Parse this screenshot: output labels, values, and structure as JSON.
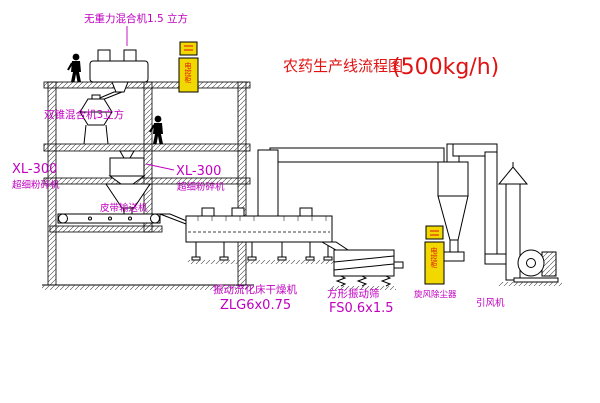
{
  "title": {
    "main": "农药生产线流程图",
    "capacity": "(500kg/h)"
  },
  "labels": {
    "top_mixer": "无重力混合机1.5 立方",
    "double_cone_mixer": "双锥混合机3立方",
    "mill_left_model": "XL-300",
    "mill_left_name": "超细粉碎机",
    "mill_center_model": "XL-300",
    "mill_center_name": "超细粉碎机",
    "belt_conveyor": "皮带输送机",
    "dryer_name": "振动流化床干燥机",
    "dryer_model": "ZLG6x0.75",
    "sieve_name": "方形振动筛",
    "sieve_model": "FS0.6x1.5",
    "cyclone_name": "旋风除尘器",
    "fan_name": "引风机",
    "cabinet_top": "电控柜",
    "cabinet_bottom": "电控柜"
  },
  "colors": {
    "label_magenta": "#c000c0",
    "title_red": "#e01212",
    "cabinet_yellow": "#f0d800",
    "cabinet_text_red": "#e01212",
    "line_black": "#000000",
    "background": "#ffffff"
  }
}
